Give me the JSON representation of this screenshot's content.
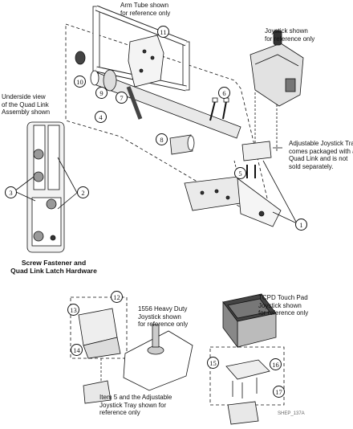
{
  "labels": {
    "arm_tube": "Arm Tube shown\nfor reference only",
    "joystick_top": "Joystick shown\nfor reference only",
    "underside": "Underside view\nof the Quad Link\nAssembly shown",
    "tray": "Adjustable Joystick Tray\ncomes packaged with a\nQuad Link and is not\nsold separately.",
    "screw_hw": "Screw Fastener and\nQuad Link Latch Hardware",
    "heavy_duty": "1556 Heavy Duty\nJoystick shown\nfor reference only",
    "tcpd": "TCPD Touch Pad\nJoystick shown\nfor reference only",
    "item5_tray": "Item 5 and the Adjustable\nJoystick Tray shown for\nreference only",
    "ref_code": "SHEP_137A"
  },
  "callouts": {
    "n1": "1",
    "n2": "2",
    "n3": "3",
    "n4": "4",
    "n5": "5",
    "n6": "6",
    "n7": "7",
    "n8": "8",
    "n9": "9",
    "n10": "10",
    "n11": "11",
    "n12": "12",
    "n13": "13",
    "n14": "14",
    "n15": "15",
    "n16": "16",
    "n17": "17"
  }
}
